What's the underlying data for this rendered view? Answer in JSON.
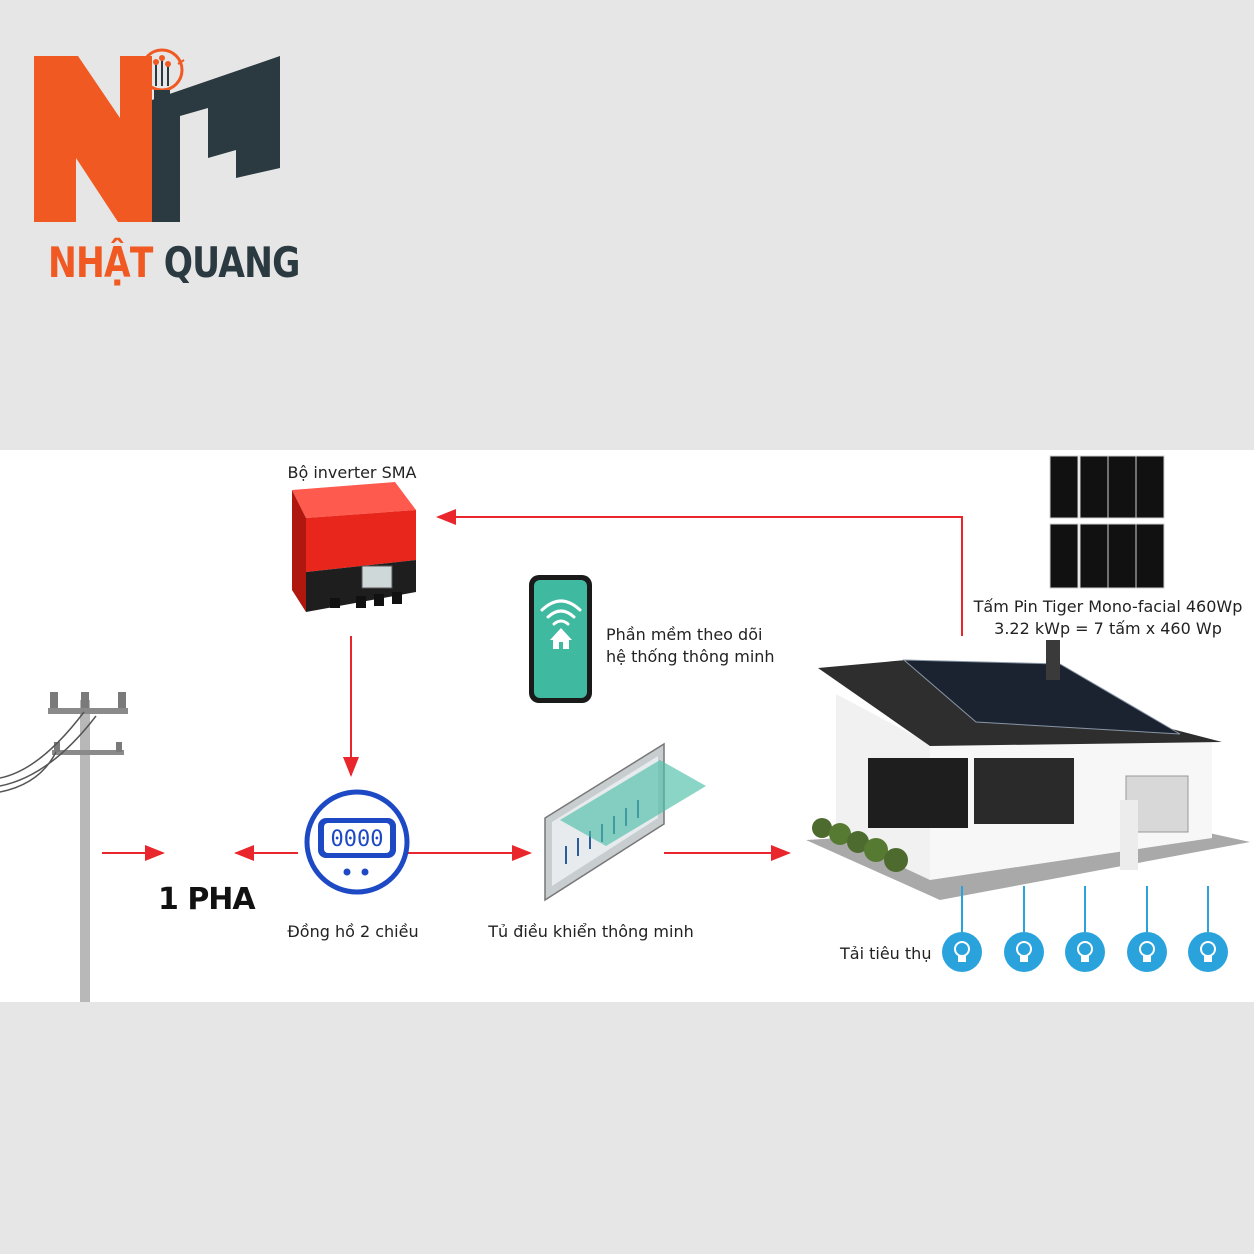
{
  "brand": {
    "name_part1": "NHẬT",
    "name_part2": "QUANG",
    "accent_color": "#f05a22",
    "dark_color": "#2b3940",
    "logo_icon": "lightbulb-circuit-icon"
  },
  "diagram": {
    "inverter_label": "Bộ inverter SMA",
    "app_label_line1": "Phần mềm theo dõi",
    "app_label_line2": "hệ thống thông minh",
    "panel_label_line1": "Tấm Pin Tiger Mono-facial 460Wp",
    "panel_label_line2": "3.22 kWp = 7 tấm x 460 Wp",
    "phase_label": "1 PHA",
    "meter_label": "Đồng hồ 2 chiều",
    "meter_display": "0000",
    "cabinet_label": "Tủ điều khiển thông minh",
    "load_label": "Tải tiêu thụ",
    "load_icons": [
      "bulb-icon",
      "bulb-icon",
      "bulb-icon",
      "bulb-icon",
      "bulb-icon"
    ],
    "arrow_color": "#e8262b",
    "inverter_color": "#e8261c",
    "app_color": "#3fb9a0",
    "load_color": "#2aa3dc"
  }
}
